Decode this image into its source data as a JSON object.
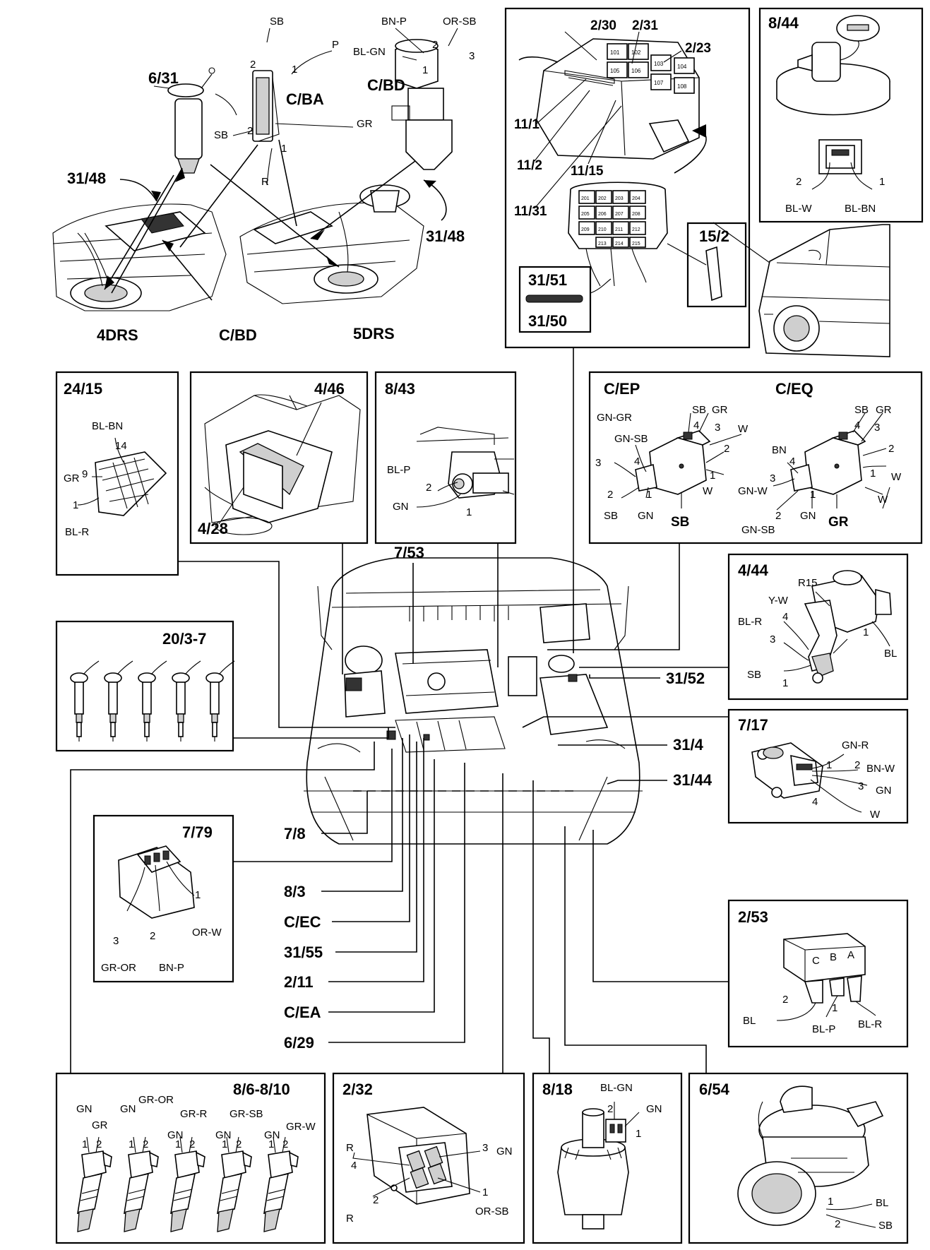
{
  "top_left": {
    "labels": {
      "c_ba": "C/BA",
      "c_bd_top": "C/BD",
      "c_bd_bottom": "C/BD",
      "num_6_31": "6/31",
      "num_31_48_left": "31/48",
      "num_31_48_right": "31/48",
      "four_drs": "4DRS",
      "five_drs": "5DRS"
    },
    "wires": {
      "sb_top": "SB",
      "p": "P",
      "gr": "GR",
      "sb_left": "SB",
      "r": "R",
      "bn_p": "BN-P",
      "or_sb": "OR-SB",
      "bl_gn": "BL-GN"
    },
    "pins": {
      "p2a": "2",
      "p1a": "1",
      "p2b": "2",
      "p1b": "1",
      "p2c": "2",
      "p3c": "3",
      "p1c": "1"
    }
  },
  "relay_box": {
    "labels": {
      "a": "2/30",
      "b": "2/31",
      "c": "2/23",
      "d": "11/1",
      "e": "11/2",
      "f": "11/15",
      "g": "11/31",
      "h": "15/2",
      "i": "31/51",
      "j": "31/50"
    },
    "relays_top": [
      "101",
      "102",
      "103",
      "104",
      "105",
      "106",
      "107",
      "108"
    ],
    "relays_bottom": [
      "201",
      "202",
      "203",
      "204",
      "205",
      "206",
      "207",
      "208",
      "209",
      "210",
      "211",
      "212",
      "213",
      "214",
      "215"
    ]
  },
  "box_8_44": {
    "title": "8/44",
    "wire_left": "BL-W",
    "wire_right": "BL-BN",
    "pin_left": "2",
    "pin_right": "1"
  },
  "box_24_15": {
    "title": "24/15",
    "w1": "BL-BN",
    "w2": "GR",
    "w3": "BL-R",
    "p1": "14",
    "p2": "9",
    "p3": "1"
  },
  "box_4_46": {
    "title": "4/46",
    "sub": "4/28"
  },
  "box_8_43": {
    "title": "8/43",
    "w1": "BL-P",
    "w2": "GN",
    "p1": "2",
    "p2": "1"
  },
  "box_cep": {
    "title_left": "C/EP",
    "title_right": "C/EQ",
    "l_gn_gr": "GN-GR",
    "l_gn_sb": "GN-SB",
    "l_sb_top": "SB",
    "l_gr_top": "GR",
    "l_w1": "W",
    "l_w2": "W",
    "l_sb_bot": "SB",
    "l_gn_bot": "GN",
    "l_sb_big": "SB",
    "r_sb_top": "SB",
    "r_gr_top": "GR",
    "r_bn": "BN",
    "r_gn_w": "GN-W",
    "r_w1": "W",
    "r_w2": "W",
    "r_gn_sb": "GN-SB",
    "r_gn_bot": "GN",
    "r_gr_big": "GR",
    "pins": [
      "3",
      "4",
      "2",
      "1",
      "4",
      "3",
      "2",
      "1",
      "4",
      "3",
      "2",
      "1",
      "4",
      "3",
      "2",
      "1"
    ]
  },
  "box_4_44": {
    "title": "4/44",
    "r15": "R15",
    "y_w": "Y-W",
    "bl_r": "BL-R",
    "sb": "SB",
    "bl": "BL",
    "p4": "4",
    "p3": "3",
    "p1": "1",
    "p1b": "1"
  },
  "box_20_3_7": {
    "title": "20/3-7"
  },
  "box_7_17": {
    "title": "7/17",
    "gn_r": "GN-R",
    "bn_w": "BN-W",
    "gn": "GN",
    "w": "W",
    "p1": "1",
    "p2": "2",
    "p3": "3",
    "p4": "4"
  },
  "box_7_79": {
    "title": "7/79",
    "or_w": "OR-W",
    "gr_or": "GR-OR",
    "bn_p": "BN-P",
    "p1": "1",
    "p2": "2",
    "p3": "3"
  },
  "box_2_53": {
    "title": "2/53",
    "c": "C",
    "b": "B",
    "a": "A",
    "bl": "BL",
    "bl_p": "BL-P",
    "bl_r": "BL-R",
    "p2": "2",
    "p1": "1"
  },
  "box_8_6": {
    "title": "8/6-8/10",
    "wires": [
      "GN",
      "GR",
      "GR-OR",
      "GN",
      "GN",
      "GR-R",
      "GN",
      "GR-SB",
      "GN",
      "GR-W"
    ],
    "pins": [
      "1",
      "2",
      "1",
      "2",
      "1",
      "2",
      "1",
      "2",
      "1",
      "2"
    ]
  },
  "box_2_32": {
    "title": "2/32",
    "r1": "R",
    "r2": "R",
    "gn": "GN",
    "or_sb": "OR-SB",
    "p4": "4",
    "p2": "2",
    "p3": "3",
    "p1": "1"
  },
  "box_8_18": {
    "title": "8/18",
    "bl_gn": "BL-GN",
    "gn": "GN",
    "p2": "2",
    "p1": "1"
  },
  "box_6_54": {
    "title": "6/54",
    "bl": "BL",
    "sb": "SB",
    "p1": "1",
    "p2": "2"
  },
  "engine_callouts": {
    "c7_53": "7/53",
    "c31_52": "31/52",
    "c31_4": "31/4",
    "c31_44": "31/44",
    "c7_8": "7/8",
    "c8_3": "8/3",
    "c_ec": "C/EC",
    "c31_55": "31/55",
    "c2_11": "2/11",
    "c_ea": "C/EA",
    "c6_29": "6/29"
  }
}
